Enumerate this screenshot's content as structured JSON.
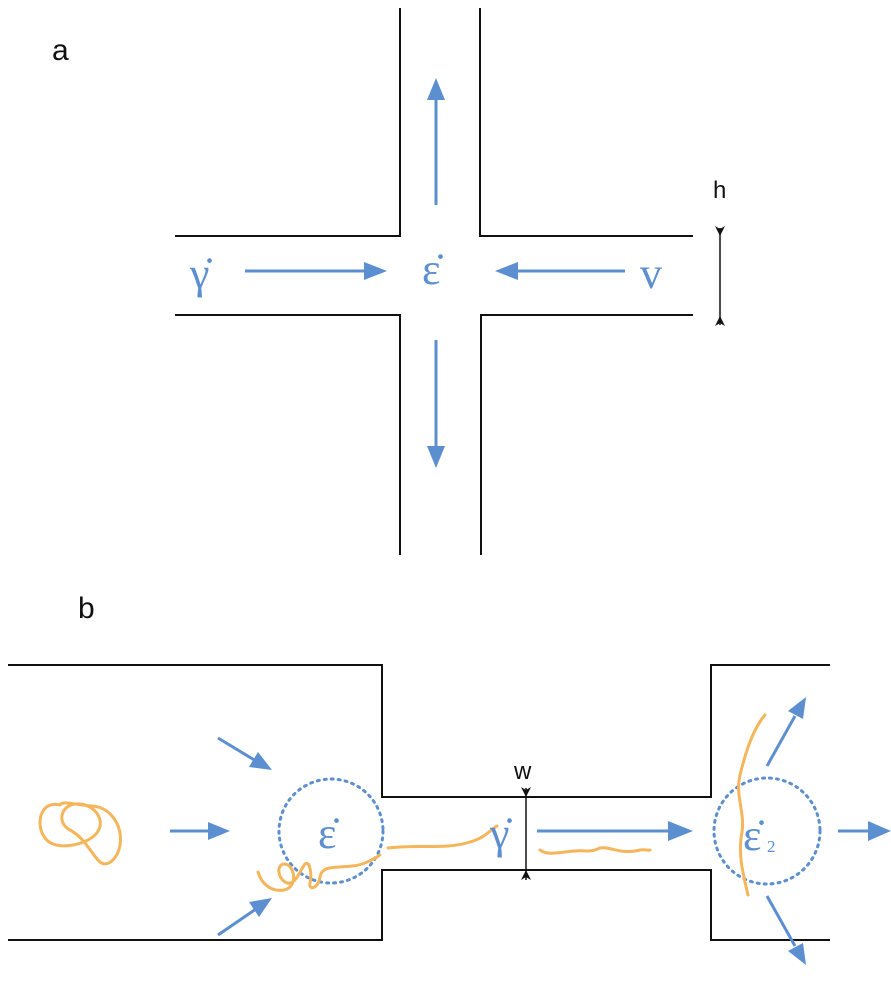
{
  "panel_a": {
    "label": "a",
    "shear_rate_symbol": "γ̇",
    "strain_rate_symbol": "ε̇",
    "velocity_symbol": "v",
    "height_label": "h"
  },
  "panel_b": {
    "label": "b",
    "strain_rate_symbol": "ε̇",
    "shear_rate_symbol": "γ̇",
    "strain_rate_2_symbol": "ε̇",
    "strain_rate_2_subscript": "2",
    "width_label": "w"
  },
  "colors": {
    "accent_blue": "#5b8fcf",
    "polymer_orange": "#f5b55a",
    "wall": "#111111"
  }
}
